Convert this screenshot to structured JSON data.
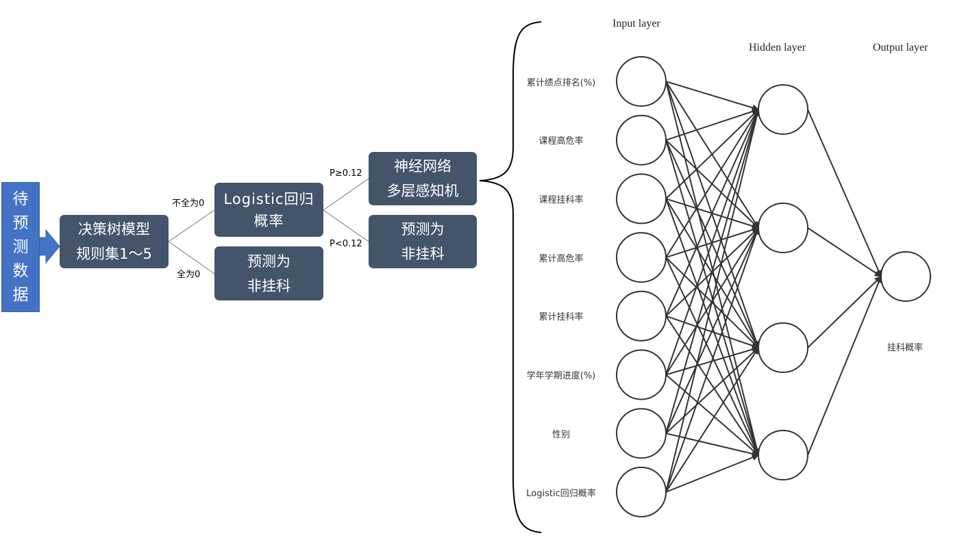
{
  "start_box": {
    "chars": [
      "待",
      "预",
      "测",
      "数",
      "据"
    ]
  },
  "decision_tree": {
    "line1": "决策树模型",
    "line2": "规则集1～5"
  },
  "branches": {
    "not_all_zero": "不全为0",
    "all_zero": "全为0",
    "p_high": "P≥0.12",
    "p_low": "P<0.12"
  },
  "logistic_box": {
    "line1": "Logistic回归",
    "line2": "概率"
  },
  "predict_box_1": {
    "line1": "预测为",
    "line2": "非挂科"
  },
  "mlp_box": {
    "line1": "神经网络",
    "line2": "多层感知机"
  },
  "predict_box_2": {
    "line1": "预测为",
    "line2": "非挂科"
  },
  "network": {
    "input_title": "Input layer",
    "hidden_title": "Hidden layer",
    "output_title": "Output layer",
    "input_features": [
      "累计绩点排名(%)",
      "课程高危率",
      "课程挂科率",
      "累计高危率",
      "累计挂科率",
      "学年学期进度(%)",
      "性别",
      "Logistic回归概率"
    ],
    "hidden_node_count": 4,
    "output_label": "挂科概率"
  },
  "colors": {
    "start_fill": "#4472c4",
    "box_fill": "#44546a",
    "line": "#333333"
  }
}
